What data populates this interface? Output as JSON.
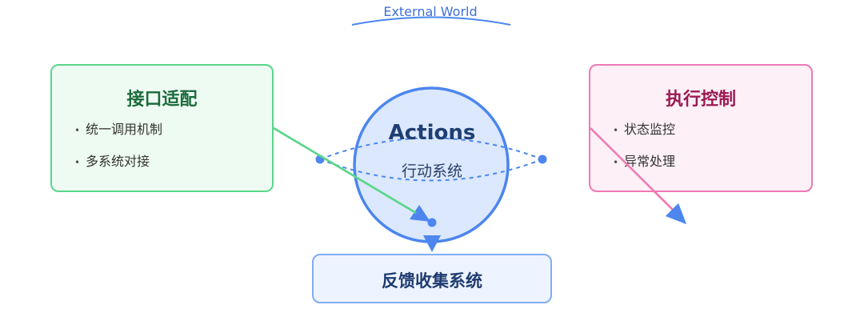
{
  "external_label": "External World",
  "center": {
    "title": "Actions",
    "subtitle": "行动系统"
  },
  "left_box": {
    "title": "接口适配",
    "items": [
      "统一调用机制",
      "多系统对接"
    ]
  },
  "right_box": {
    "title": "执行控制",
    "items": [
      "状态监控",
      "异常处理"
    ]
  },
  "bottom_box": {
    "title": "反馈收集系统"
  },
  "colors": {
    "blue": "#4c86ee",
    "green": "#5ad68a",
    "pink": "#ee79b4",
    "circle_fill": "#dbe8fd"
  }
}
